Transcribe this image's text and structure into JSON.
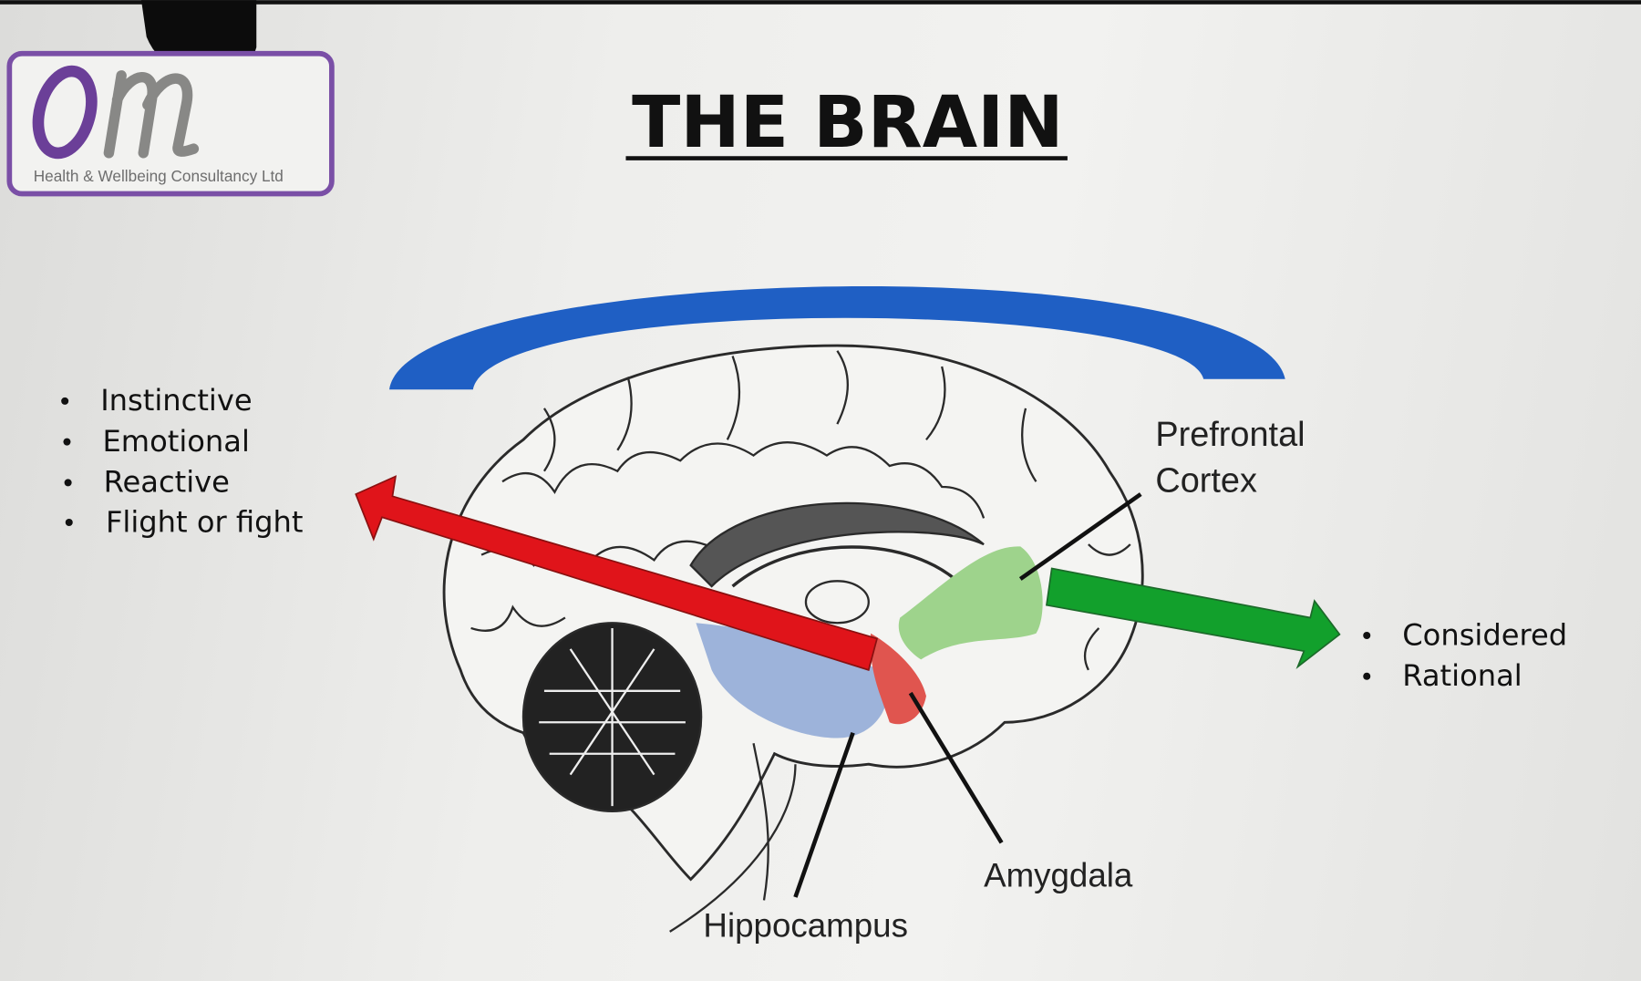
{
  "logo": {
    "mark": "om",
    "subtitle": "Health & Wellbeing Consultancy Ltd",
    "border_color": "#7a4fa6"
  },
  "title": "THE BRAIN",
  "left_list": {
    "items": [
      "Instinctive",
      "Emotional",
      "Reactive",
      "Flight or fight"
    ]
  },
  "right_list": {
    "items": [
      "Considered",
      "Rational"
    ]
  },
  "labels": {
    "prefrontal_line1": "Prefrontal",
    "prefrontal_line2": "Cortex",
    "amygdala": "Amygdala",
    "hippocampus": "Hippocampus"
  },
  "colors": {
    "arc": "#1f5fc4",
    "red_arrow": "#e0141a",
    "green_arrow": "#12a02c",
    "hippocampus": "#9db3da",
    "amygdala": "#e0554f",
    "prefrontal": "#9ed38c"
  }
}
